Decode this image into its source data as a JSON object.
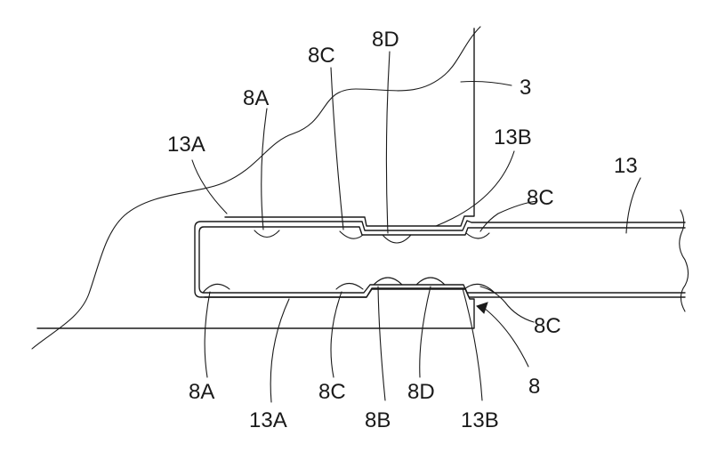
{
  "labels": {
    "l_3": "3",
    "l_13": "13",
    "l_13A_top": "13A",
    "l_13B_top": "13B",
    "l_8A_top": "8A",
    "l_8C_top": "8C",
    "l_8D_top": "8D",
    "l_8C_right_top": "8C",
    "l_8C_right_bottom": "8C",
    "l_8": "8",
    "l_8A_bottom": "8A",
    "l_13A_bottom": "13A",
    "l_8C_bottom": "8C",
    "l_8B": "8B",
    "l_8D_bottom": "8D",
    "l_13B_bottom": "13B"
  }
}
